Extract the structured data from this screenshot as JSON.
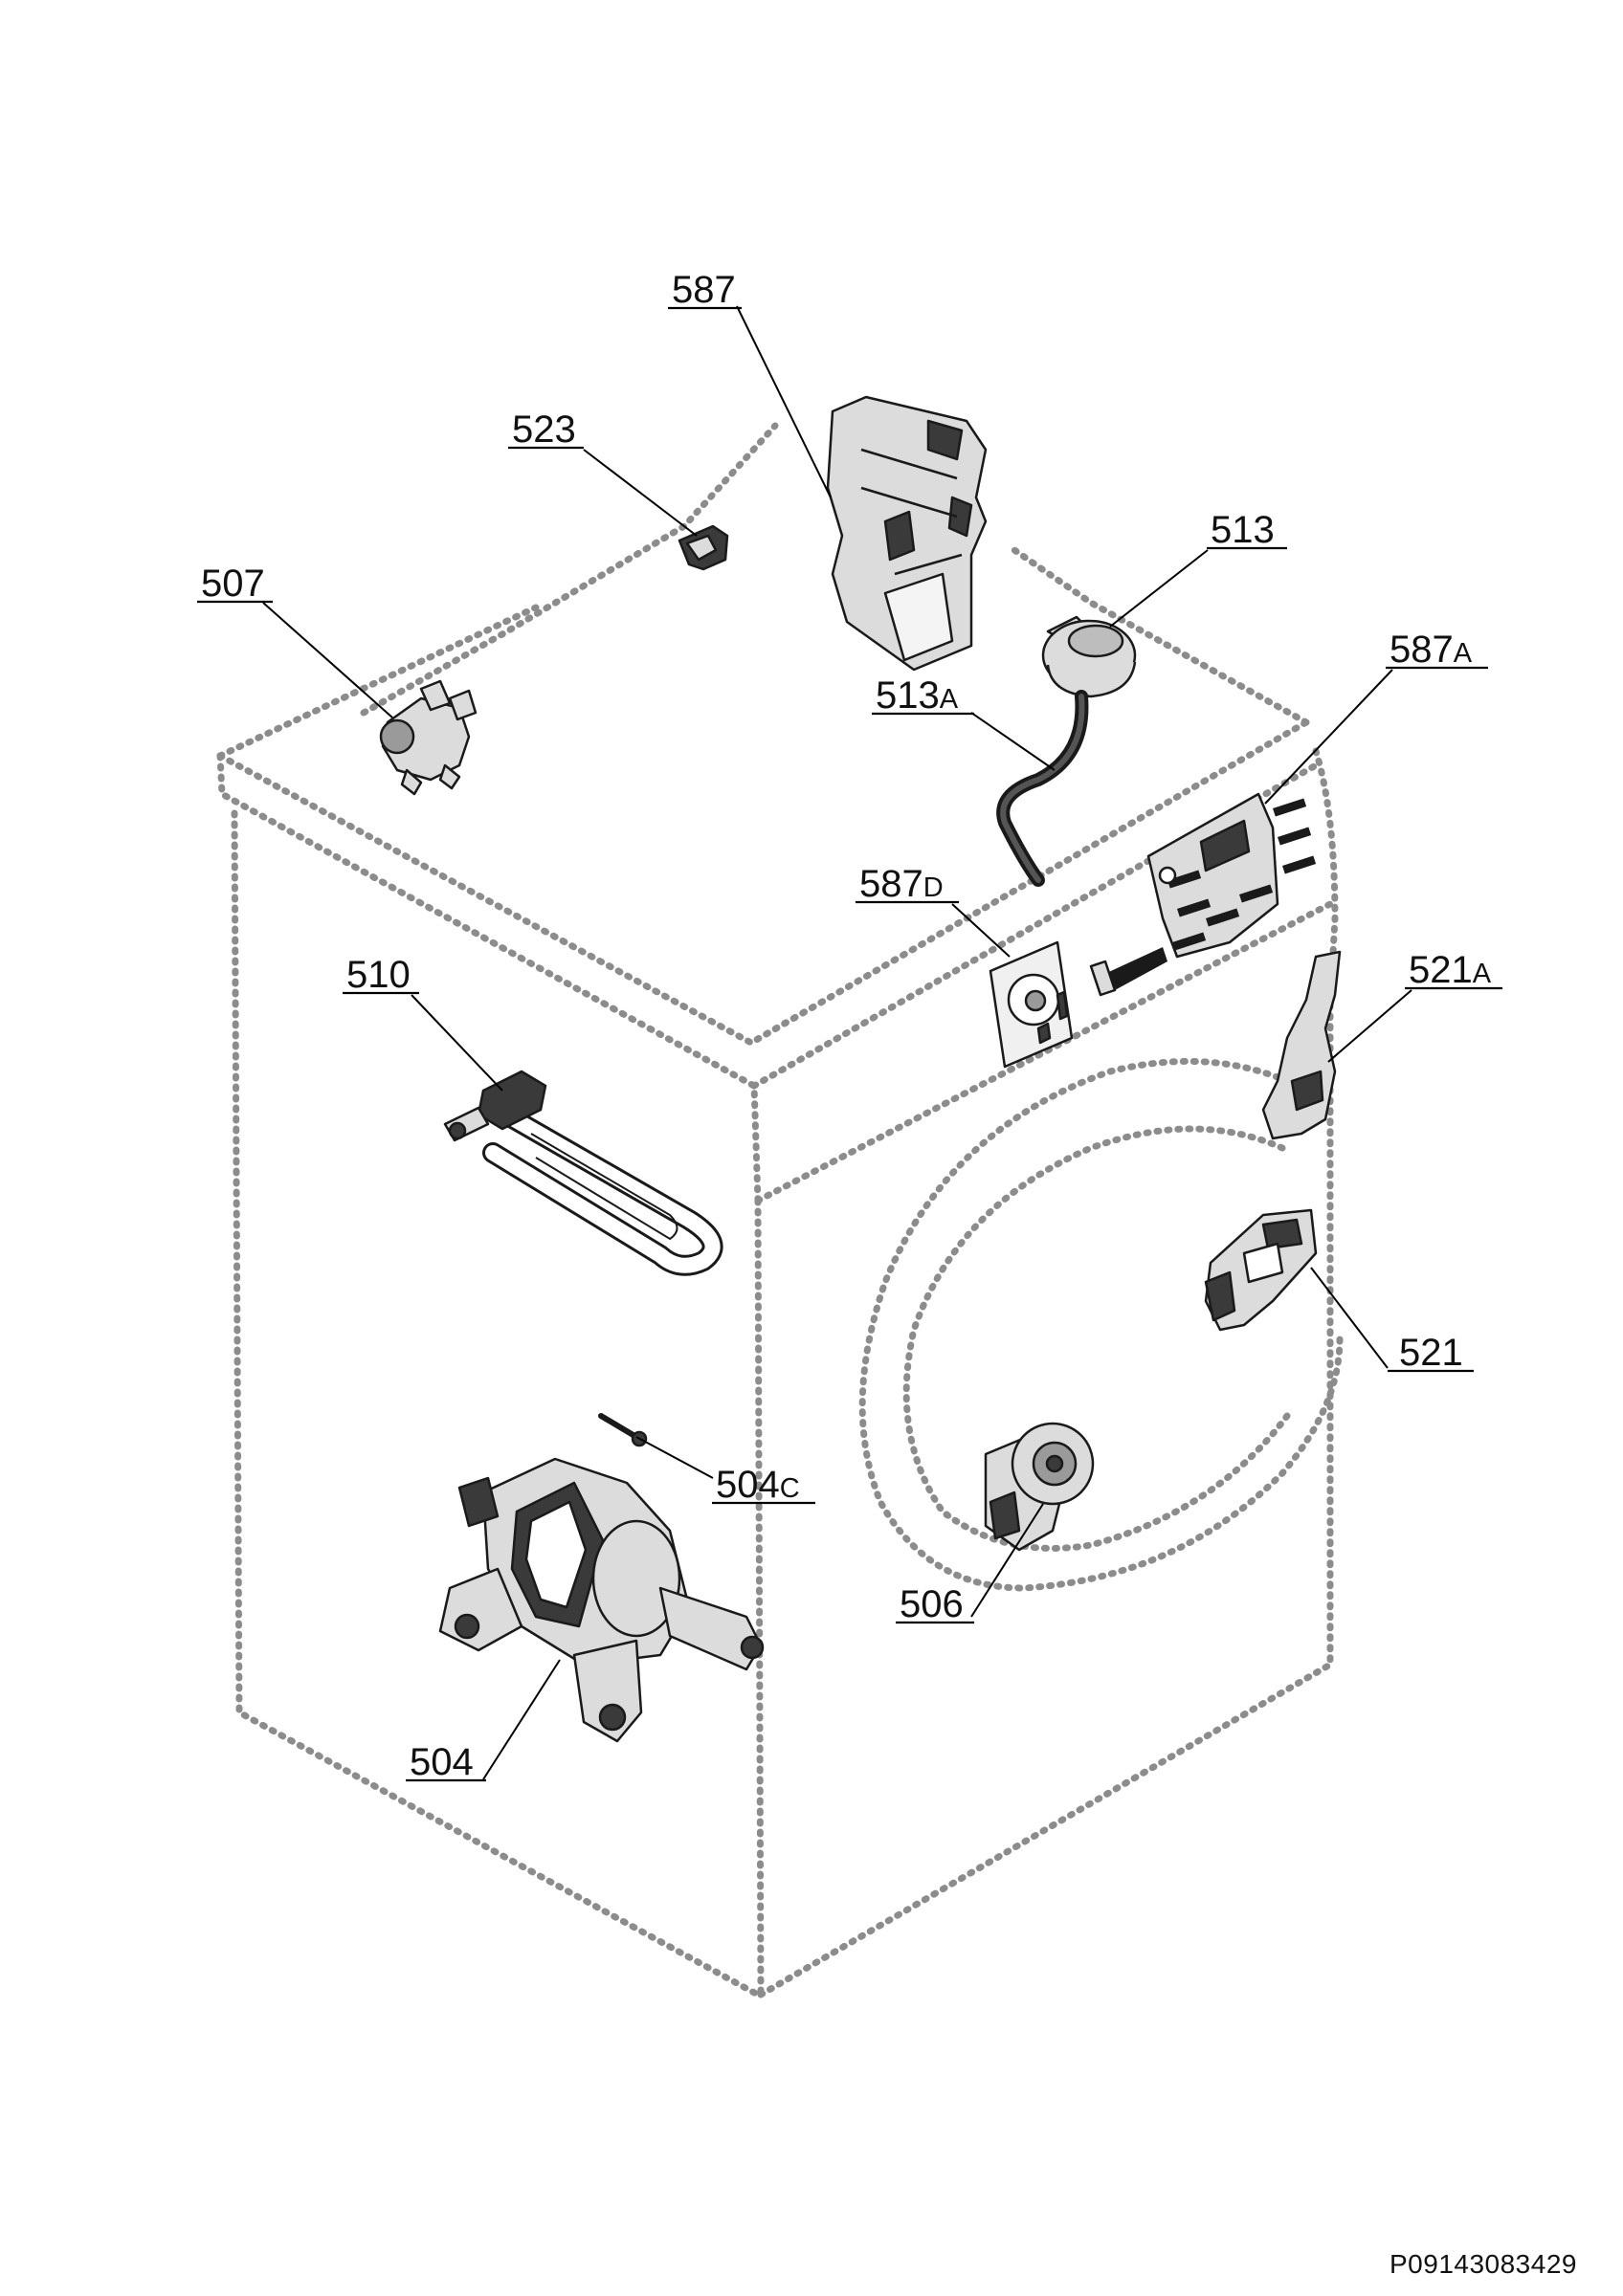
{
  "labels": [
    {
      "id": "587",
      "num": "587",
      "suffix": ""
    },
    {
      "id": "523",
      "num": "523",
      "suffix": ""
    },
    {
      "id": "513",
      "num": "513",
      "suffix": ""
    },
    {
      "id": "507",
      "num": "507",
      "suffix": ""
    },
    {
      "id": "587A",
      "num": "587",
      "suffix": "A"
    },
    {
      "id": "513A",
      "num": "513",
      "suffix": "A"
    },
    {
      "id": "587D",
      "num": "587",
      "suffix": "D"
    },
    {
      "id": "510",
      "num": "510",
      "suffix": ""
    },
    {
      "id": "521A",
      "num": "521",
      "suffix": "A"
    },
    {
      "id": "521",
      "num": "521",
      "suffix": ""
    },
    {
      "id": "504C",
      "num": "504",
      "suffix": "C"
    },
    {
      "id": "506",
      "num": "506",
      "suffix": ""
    },
    {
      "id": "504",
      "num": "504",
      "suffix": ""
    }
  ],
  "document_code": "P09143083429",
  "colors": {
    "outline": "#8c8c8c",
    "part_fill": "#dcdcdc",
    "part_dark": "#3a3a3a",
    "line": "#000000"
  }
}
